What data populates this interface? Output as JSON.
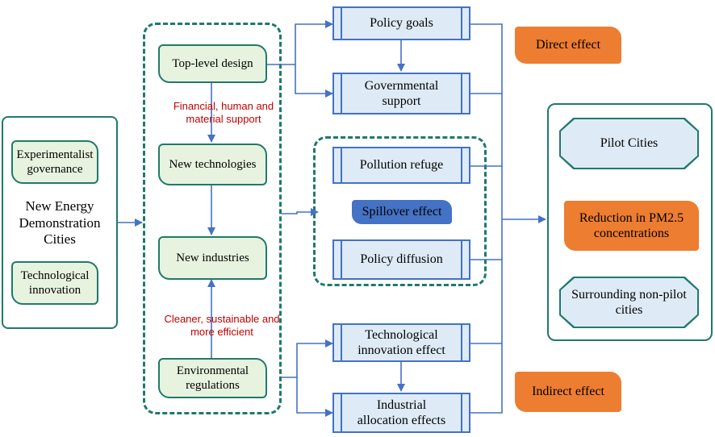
{
  "left_panel": {
    "experimentalist": "Experimentalist\ngovernance",
    "main_title": "New Energy\nDemonstration\nCities",
    "technological": "Technological\ninnovation"
  },
  "mechanism": {
    "top_level_design": "Top-level design",
    "note_support": "Financial, human and\nmaterial support",
    "new_technologies": "New technologies",
    "new_industries": "New industries",
    "note_cleaner": "Cleaner, sustainable and\nmore efficient",
    "environmental_regulations": "Environmental\nregulations"
  },
  "effects": {
    "policy_goals": "Policy goals",
    "governmental_support": "Governmental\nsupport",
    "pollution_refuge": "Pollution refuge",
    "spillover_effect": "Spillover effect",
    "policy_diffusion": "Policy diffusion",
    "tech_innovation_effect": "Technological\ninnovation effect",
    "industrial_allocation": "Industrial\nallocation effects",
    "direct_effect": "Direct effect",
    "indirect_effect": "Indirect effect"
  },
  "outcomes": {
    "pilot_cities": "Pilot Cities",
    "pm25_reduction": "Reduction in PM2.5\nconcentrations",
    "surrounding_cities": "Surrounding non-pilot\ncities"
  },
  "colors": {
    "teal_border": "#1f7a6a",
    "green_fill": "#e8f3df",
    "blue_fill": "#deebf7",
    "blue_line": "#4472c4",
    "orange": "#ed7d31",
    "note_red": "#c00000"
  }
}
